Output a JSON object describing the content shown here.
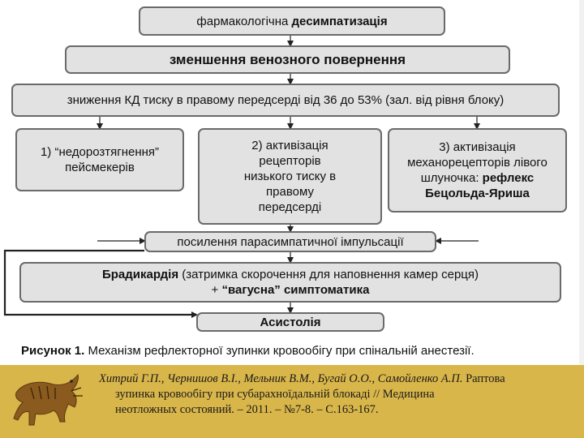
{
  "diagram": {
    "box1": {
      "normal": "фармакологічна ",
      "bold": "десимпатизація"
    },
    "box2": {
      "bold": "зменшення венозного повернення"
    },
    "box3": {
      "normal": "зниження КД тиску в правому передсерді від 36 до 53% (зал. від рівня блоку)"
    },
    "box4": {
      "line1": "1) “недорозтягнення”",
      "line2": "пейсмекерів"
    },
    "box5": {
      "lines": [
        "2) активізація",
        "рецепторів",
        "низького тиску в",
        "правому",
        "передсерді"
      ]
    },
    "box6": {
      "line1": "3) активізація",
      "line2": "механорецепторів лівого",
      "line3_normal": "шлуночка: ",
      "line3_bold": "рефлекс",
      "line4_bold": "Бецольда-Яриша"
    },
    "box7": {
      "normal": "посилення парасимпатичної імпульсації"
    },
    "box8": {
      "bold1": "Брадикардія",
      "normal1": " (затримка скорочення для наповнення камер серця)",
      "normal2": "+ ",
      "bold2": "“вагусна” симптоматика"
    },
    "box9": {
      "bold": "Асистолія"
    }
  },
  "caption": {
    "label": "Рисунок 1.",
    "text": " Механізм рефлекторної зупинки кровообігу при спінальній анестезії."
  },
  "reference": {
    "authors": "Хитрий Г.П., Чернишов В.І., Мельник В.М., Бугай О.О., Самойленко А.П.",
    "line1_rest": " Раптова",
    "line2": "зупинка кровообігу при субарахноїдальній блокаді // Медицина",
    "line3": "неотложных состояний. – 2011. – №7-8. – С.163-167."
  },
  "colors": {
    "box_fill": "#e2e2e2",
    "box_border": "#6a6a6a",
    "footer": "#d9b64a",
    "logo": "#8a5a1e"
  }
}
